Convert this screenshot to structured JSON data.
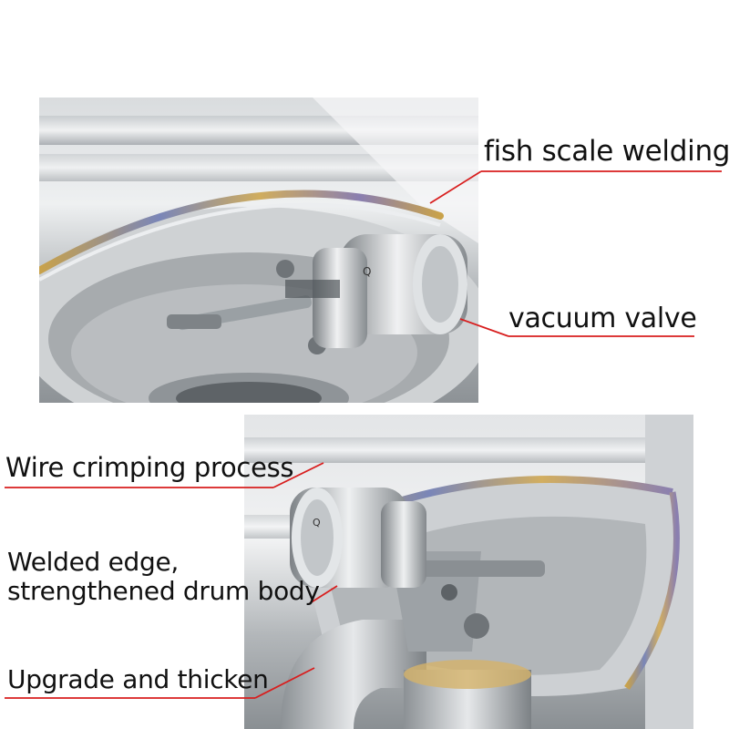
{
  "labels": {
    "fish_scale": "fish scale welding",
    "vacuum_valve": "vacuum valve",
    "wire_crimping": "Wire crimping process",
    "welded_edge_line1": "Welded edge,",
    "welded_edge_line2": "strengthened drum body",
    "upgrade": "Upgrade and thicken"
  },
  "colors": {
    "callout_line": "#d81e1e",
    "steel_light": "#e8e9ea",
    "steel_mid": "#b8bcbf",
    "steel_dark": "#6f7478",
    "weld_gold": "#c9a24a",
    "weld_blue": "#7a86b8"
  },
  "images": {
    "top": "close-up of stainless steel muffler with vacuum valve",
    "bottom": "stainless steel muffler with vacuum actuator and pipe"
  }
}
